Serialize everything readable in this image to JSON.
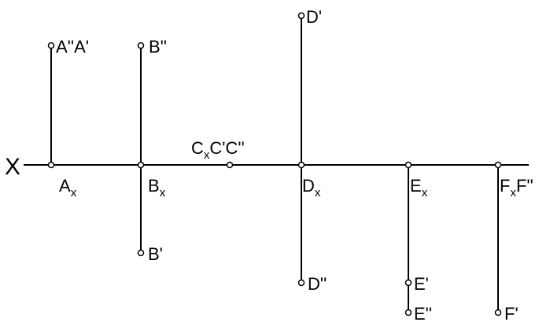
{
  "axis_label": "X",
  "labels": {
    "a_upper": "A''A'",
    "a_x_main": "A",
    "a_x_sub": "x",
    "b_upper": "B''",
    "b_x_main": "B",
    "b_x_sub": "x",
    "b_lower": "B'",
    "c_main": "C",
    "c_sub": "x",
    "c_rest": "C'C''",
    "d_upper": "D'",
    "d_x_main": "D",
    "d_x_sub": "x",
    "d_lower": "D''",
    "e_x_main": "E",
    "e_x_sub": "x",
    "e_lower1": "E'",
    "e_lower2": "E''",
    "f_main": "F",
    "f_sub": "x",
    "f_rest": "F''",
    "f_lower": "F'"
  }
}
